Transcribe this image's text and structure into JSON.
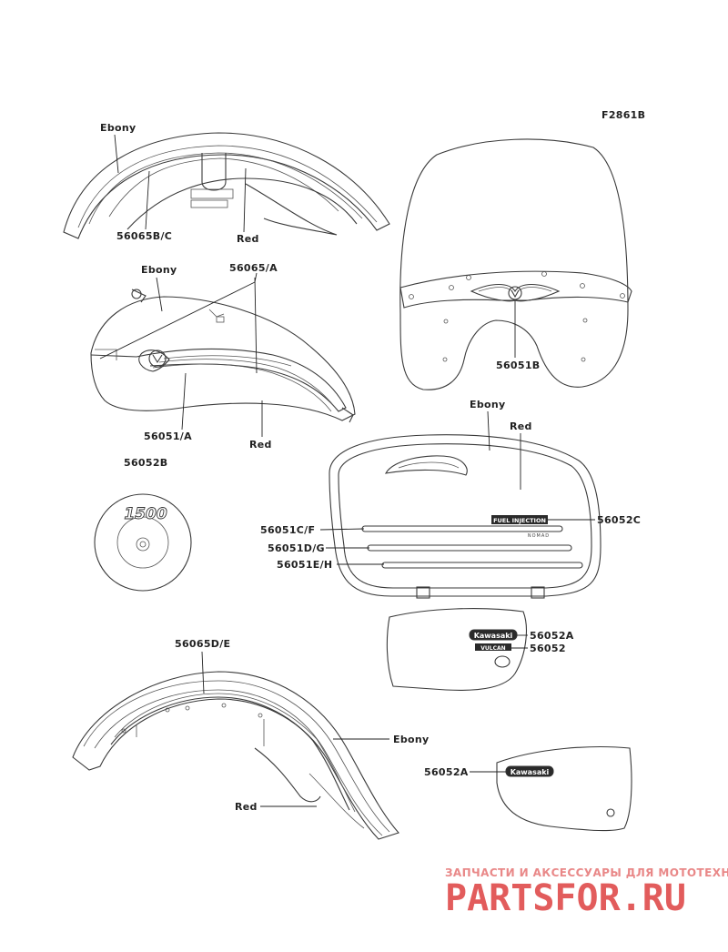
{
  "figure_code": "F2861B",
  "labels": {
    "ebony_1": "Ebony",
    "part_56065BC": "56065B/C",
    "red_1": "Red",
    "ebony_2": "Ebony",
    "part_56065A": "56065/A",
    "part_56051A": "56051/A",
    "red_2": "Red",
    "part_56051B": "56051B",
    "part_56052B": "56052B",
    "ebony_3": "Ebony",
    "red_3": "Red",
    "part_56052C": "56052C",
    "part_56051CF": "56051C/F",
    "part_56051DG": "56051D/G",
    "part_56051EH": "56051E/H",
    "part_56052A_1": "56052A",
    "part_56052": "56052",
    "part_56065DE": "56065D/E",
    "ebony_4": "Ebony",
    "red_4": "Red",
    "part_56052A_2": "56052A"
  },
  "decals": {
    "emblem_1500": "1500",
    "side_cover_emblem": "FUEL INJECTION",
    "side_cover_sub": "NOMAD",
    "kawasaki_1": "Kawasaki",
    "kawasaki_2": "Kawasaki",
    "small_badge": "VULCAN"
  },
  "watermark": {
    "line1": "ЗАПЧАСТИ И АКСЕССУАРЫ ДЛЯ МОТОТЕХНИКИ",
    "line2": "PARTSFOR.RU"
  }
}
